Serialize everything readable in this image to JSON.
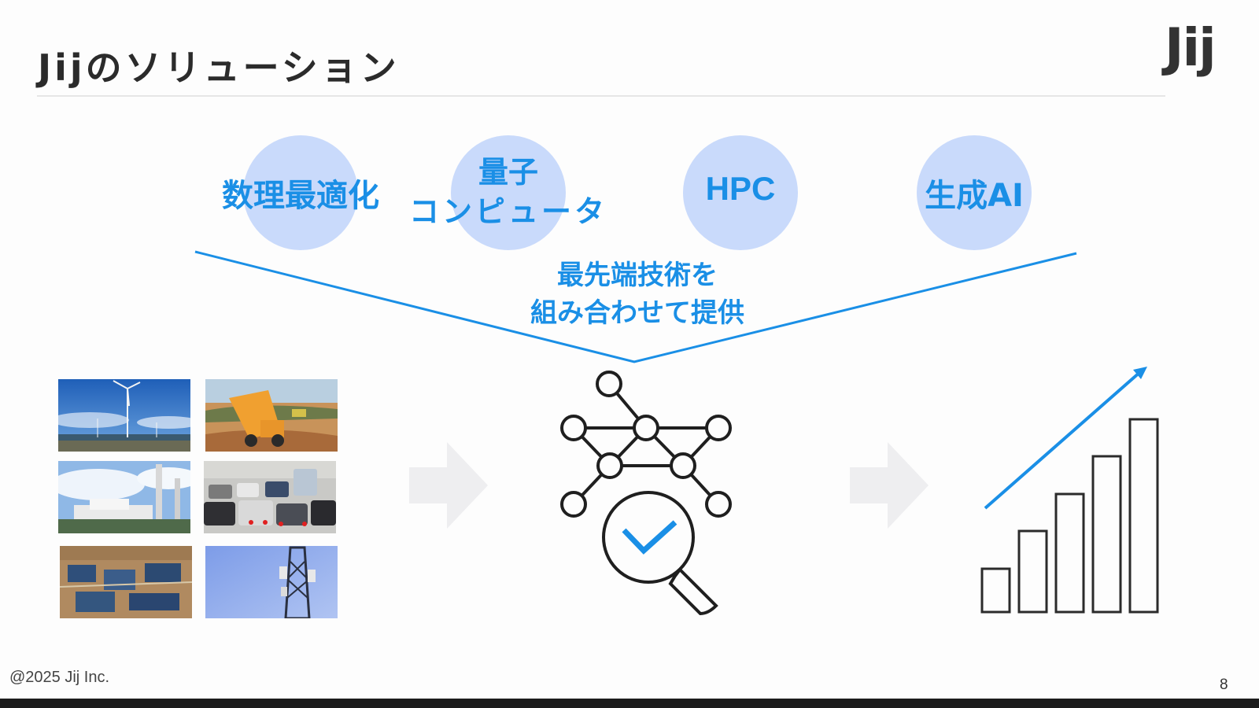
{
  "slide": {
    "title": "Jijのソリューション",
    "logo": "Jij",
    "technologies": [
      {
        "label_line1": "数理最適化",
        "label_line2": ""
      },
      {
        "label_line1": "量子",
        "label_line2": "コンピュータ"
      },
      {
        "label_line1": "HPC",
        "label_line2": ""
      },
      {
        "label_line1": "生成AI",
        "label_line2": ""
      }
    ],
    "center_message": {
      "line1": "最先端技術を",
      "line2": "組み合わせて提供"
    },
    "photos": [
      {
        "subject": "wind-turbines"
      },
      {
        "subject": "dump-truck"
      },
      {
        "subject": "power-plant"
      },
      {
        "subject": "traffic-jam"
      },
      {
        "subject": "factory-floor"
      },
      {
        "subject": "cell-tower"
      }
    ],
    "icons": {
      "center": "network-magnifier-check-icon",
      "right": "growth-bar-chart-icon",
      "flow_arrows": "arrow-right-icon"
    },
    "colors": {
      "accent": "#1a8fe6",
      "circle": "#c9dafb",
      "title": "#2b2b2b",
      "flow_arrow": "#eeeef0"
    },
    "growth_bars": [
      1,
      2,
      3,
      4,
      5
    ],
    "footer": {
      "copyright": "@2025 Jij Inc.",
      "page_number": "8"
    }
  }
}
